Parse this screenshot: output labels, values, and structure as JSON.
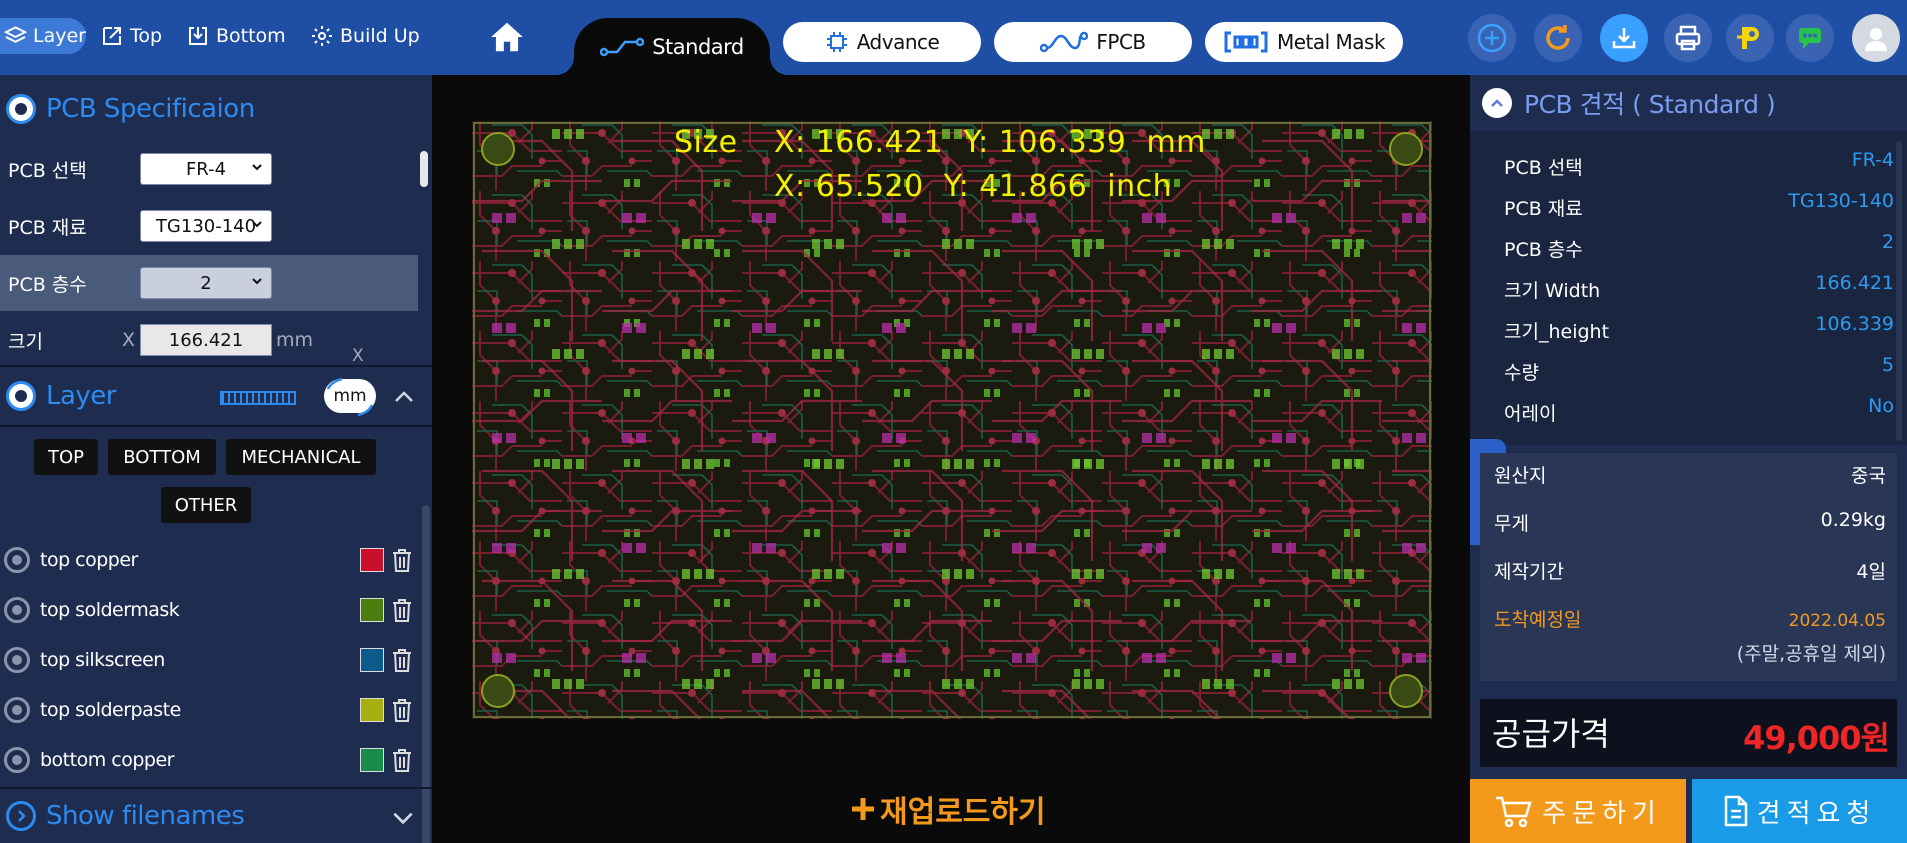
{
  "toolbar": {
    "layer": "Layer",
    "top": "Top",
    "bottom": "Bottom",
    "build_up": "Build Up",
    "tabs": {
      "standard": "Standard",
      "advance": "Advance",
      "fpcb": "FPCB",
      "metal_mask": "Metal Mask"
    }
  },
  "spec": {
    "title": "PCB Specificaion",
    "rows": [
      {
        "label": "PCB 선택",
        "value": "FR-4"
      },
      {
        "label": "PCB 재료",
        "value": "TG130-140"
      },
      {
        "label": "PCB 층수",
        "value": "2"
      },
      {
        "label": "크기",
        "x_label": "X",
        "value": "166.421",
        "unit": "mm",
        "x2_label": "X"
      }
    ]
  },
  "layer": {
    "title": "Layer",
    "unit_toggle": "mm",
    "buttons": [
      "TOP",
      "BOTTOM",
      "MECHANICAL",
      "OTHER"
    ],
    "items": [
      {
        "name": "top copper",
        "color": "#c8102e"
      },
      {
        "name": "top soldermask",
        "color": "#4a7f10"
      },
      {
        "name": "top silkscreen",
        "color": "#0f5a8c"
      },
      {
        "name": "top solderpaste",
        "color": "#a8b010"
      },
      {
        "name": "bottom copper",
        "color": "#1a8c4a"
      }
    ],
    "show_filenames": "Show filenames"
  },
  "viewer": {
    "size_label": "Size",
    "mm_line": "X: 166.421  Y: 106.339  mm",
    "inch_line": "X: 65.520  Y: 41.866  inch",
    "reupload": "재업로드하기"
  },
  "quote": {
    "title": "PCB 견적 ( Standard )",
    "items": [
      {
        "label": "PCB 선택",
        "value": "FR-4"
      },
      {
        "label": "PCB 재료",
        "value": "TG130-140"
      },
      {
        "label": "PCB 층수",
        "value": "2"
      },
      {
        "label": "크기 Width",
        "value": "166.421"
      },
      {
        "label": "크기_height",
        "value": "106.339"
      },
      {
        "label": "수량",
        "value": "5"
      },
      {
        "label": "어레이",
        "value": "No"
      }
    ],
    "origin_label": "원산지",
    "origin_value": "중국",
    "weight_label": "무게",
    "weight_value": "0.29kg",
    "period_label": "제작기간",
    "period_value": "4일",
    "arrival_label": "도착예정일",
    "arrival_value": "2022.04.05",
    "arrival_note": "(주말,공휴일 제외)",
    "price_label": "공급가격",
    "price_value": "49,000원",
    "order_button": "주문하기",
    "quote_button": "견적요청"
  },
  "colors": {
    "accent": "#2d8bf0",
    "topbar": "#1f4fa5",
    "panel": "#1e2c4f",
    "orange": "#f39a1d",
    "price_red": "#f02525",
    "dimension": "#f4f000"
  }
}
